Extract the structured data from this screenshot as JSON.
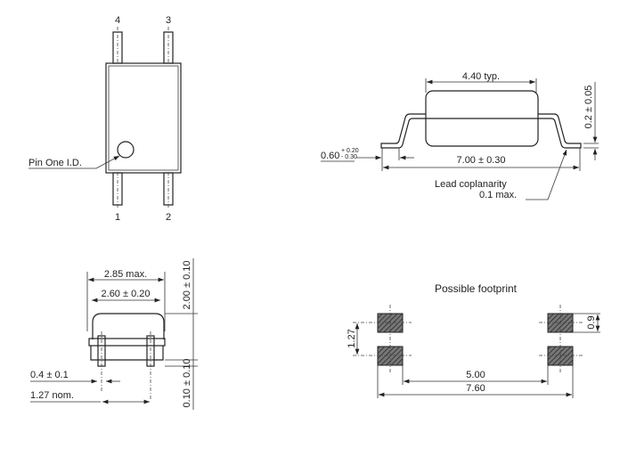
{
  "top_view": {
    "pin_labels": [
      "1",
      "2",
      "3",
      "4"
    ],
    "pin_one_label": "Pin One I.D."
  },
  "side_view": {
    "body_length": "4.40 typ.",
    "overall_length": "7.00 ± 0.30",
    "lead_length_main": "0.60",
    "lead_length_tol_plus": "+ 0.20",
    "lead_length_tol_minus": "- 0.30",
    "lead_thickness": "0.2 ± 0.05",
    "coplanarity_line1": "Lead coplanarity",
    "coplanarity_line2": "0.1 max."
  },
  "end_view": {
    "max_width": "2.85 max.",
    "body_width": "2.60 ± 0.20",
    "height": "2.00 ± 0.10",
    "standoff": "0.10 ± 0.10",
    "lead_width": "0.4 ± 0.1",
    "pitch": "1.27 nom."
  },
  "footprint": {
    "title": "Possible footprint",
    "pitch": "1.27",
    "pad_height": "0.9",
    "inner_span": "5.00",
    "outer_span": "7.60"
  }
}
